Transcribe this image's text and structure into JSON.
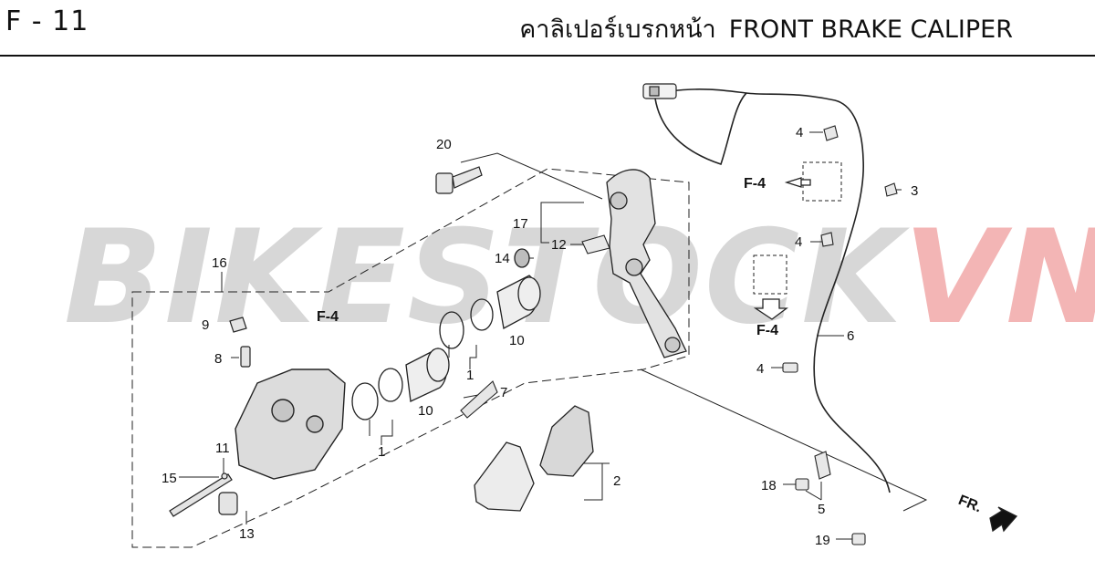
{
  "header": {
    "page_code": "F - 11",
    "title_thai": "คาลิเปอร์เบรกหน้า",
    "title_en": "FRONT BRAKE CALIPER"
  },
  "watermark": {
    "part1": "BIKESTOCK",
    "part2": "VN"
  },
  "callouts": {
    "c1a": "1",
    "c1b": "1",
    "c2": "2",
    "c3": "3",
    "c4a": "4",
    "c4b": "4",
    "c4c": "4",
    "c5": "5",
    "c6": "6",
    "c7": "7",
    "c8": "8",
    "c9": "9",
    "c10a": "10",
    "c10b": "10",
    "c11": "11",
    "c12": "12",
    "c13": "13",
    "c14": "14",
    "c15": "15",
    "c16": "16",
    "c17": "17",
    "c18": "18",
    "c19": "19",
    "c20": "20"
  },
  "refs": {
    "r1": "F-4",
    "r2": "F-4",
    "r3": "F-4"
  },
  "direction_label": "FR."
}
